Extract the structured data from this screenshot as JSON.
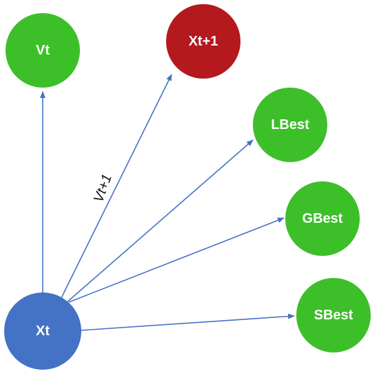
{
  "diagram": {
    "nodes": {
      "vt": {
        "label": "Vt",
        "color": "#3dbf2a"
      },
      "xt1": {
        "label": "Xt+1",
        "color": "#b3191d"
      },
      "lbest": {
        "label": "LBest",
        "color": "#3dbf2a"
      },
      "gbest": {
        "label": "GBest",
        "color": "#3dbf2a"
      },
      "sbest": {
        "label": "SBest",
        "color": "#3dbf2a"
      },
      "xt": {
        "label": "Xt",
        "color": "#4472c4"
      }
    },
    "edge_label": "Vt+1",
    "edge_color": "#4472c4"
  }
}
